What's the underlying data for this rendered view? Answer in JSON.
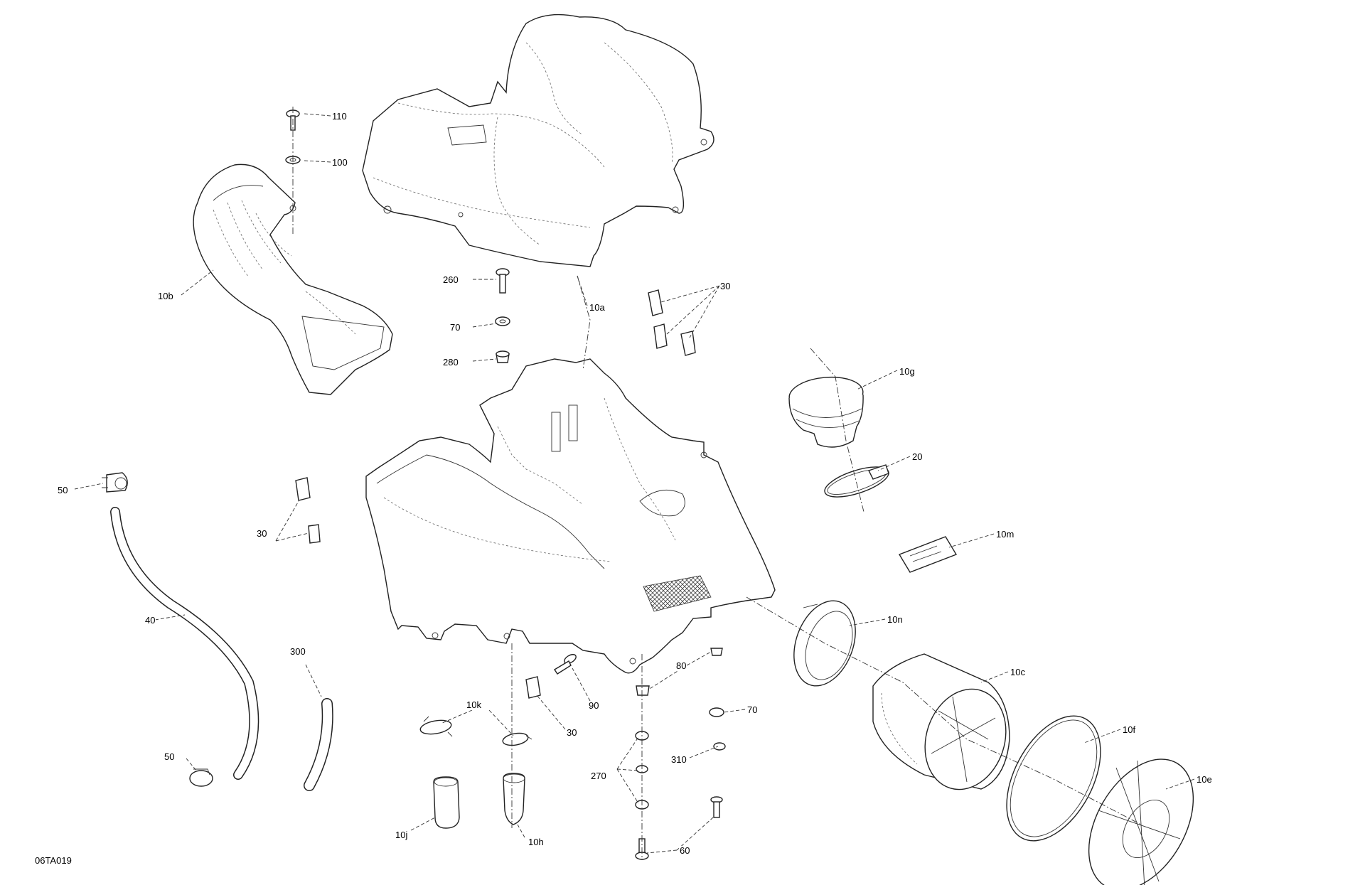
{
  "diagram": {
    "drawing_code": "06TA019",
    "callouts": [
      {
        "id": "110",
        "text": "110"
      },
      {
        "id": "100",
        "text": "100"
      },
      {
        "id": "10b",
        "text": "10b"
      },
      {
        "id": "260",
        "text": "260"
      },
      {
        "id": "10a",
        "text": "10a"
      },
      {
        "id": "30-top",
        "text": "30"
      },
      {
        "id": "70-top",
        "text": "70"
      },
      {
        "id": "280",
        "text": "280"
      },
      {
        "id": "10g",
        "text": "10g"
      },
      {
        "id": "20",
        "text": "20"
      },
      {
        "id": "50-top",
        "text": "50"
      },
      {
        "id": "30-left",
        "text": "30"
      },
      {
        "id": "10m",
        "text": "10m"
      },
      {
        "id": "40",
        "text": "40"
      },
      {
        "id": "10n",
        "text": "10n"
      },
      {
        "id": "300",
        "text": "300"
      },
      {
        "id": "80",
        "text": "80"
      },
      {
        "id": "10c",
        "text": "10c"
      },
      {
        "id": "90",
        "text": "90"
      },
      {
        "id": "10k",
        "text": "10k"
      },
      {
        "id": "70-bottom",
        "text": "70"
      },
      {
        "id": "30-bottom",
        "text": "30"
      },
      {
        "id": "10f",
        "text": "10f"
      },
      {
        "id": "310",
        "text": "310"
      },
      {
        "id": "50-bottom",
        "text": "50"
      },
      {
        "id": "270",
        "text": "270"
      },
      {
        "id": "10e",
        "text": "10e"
      },
      {
        "id": "10j",
        "text": "10j"
      },
      {
        "id": "10h",
        "text": "10h"
      },
      {
        "id": "60",
        "text": "60"
      }
    ]
  }
}
